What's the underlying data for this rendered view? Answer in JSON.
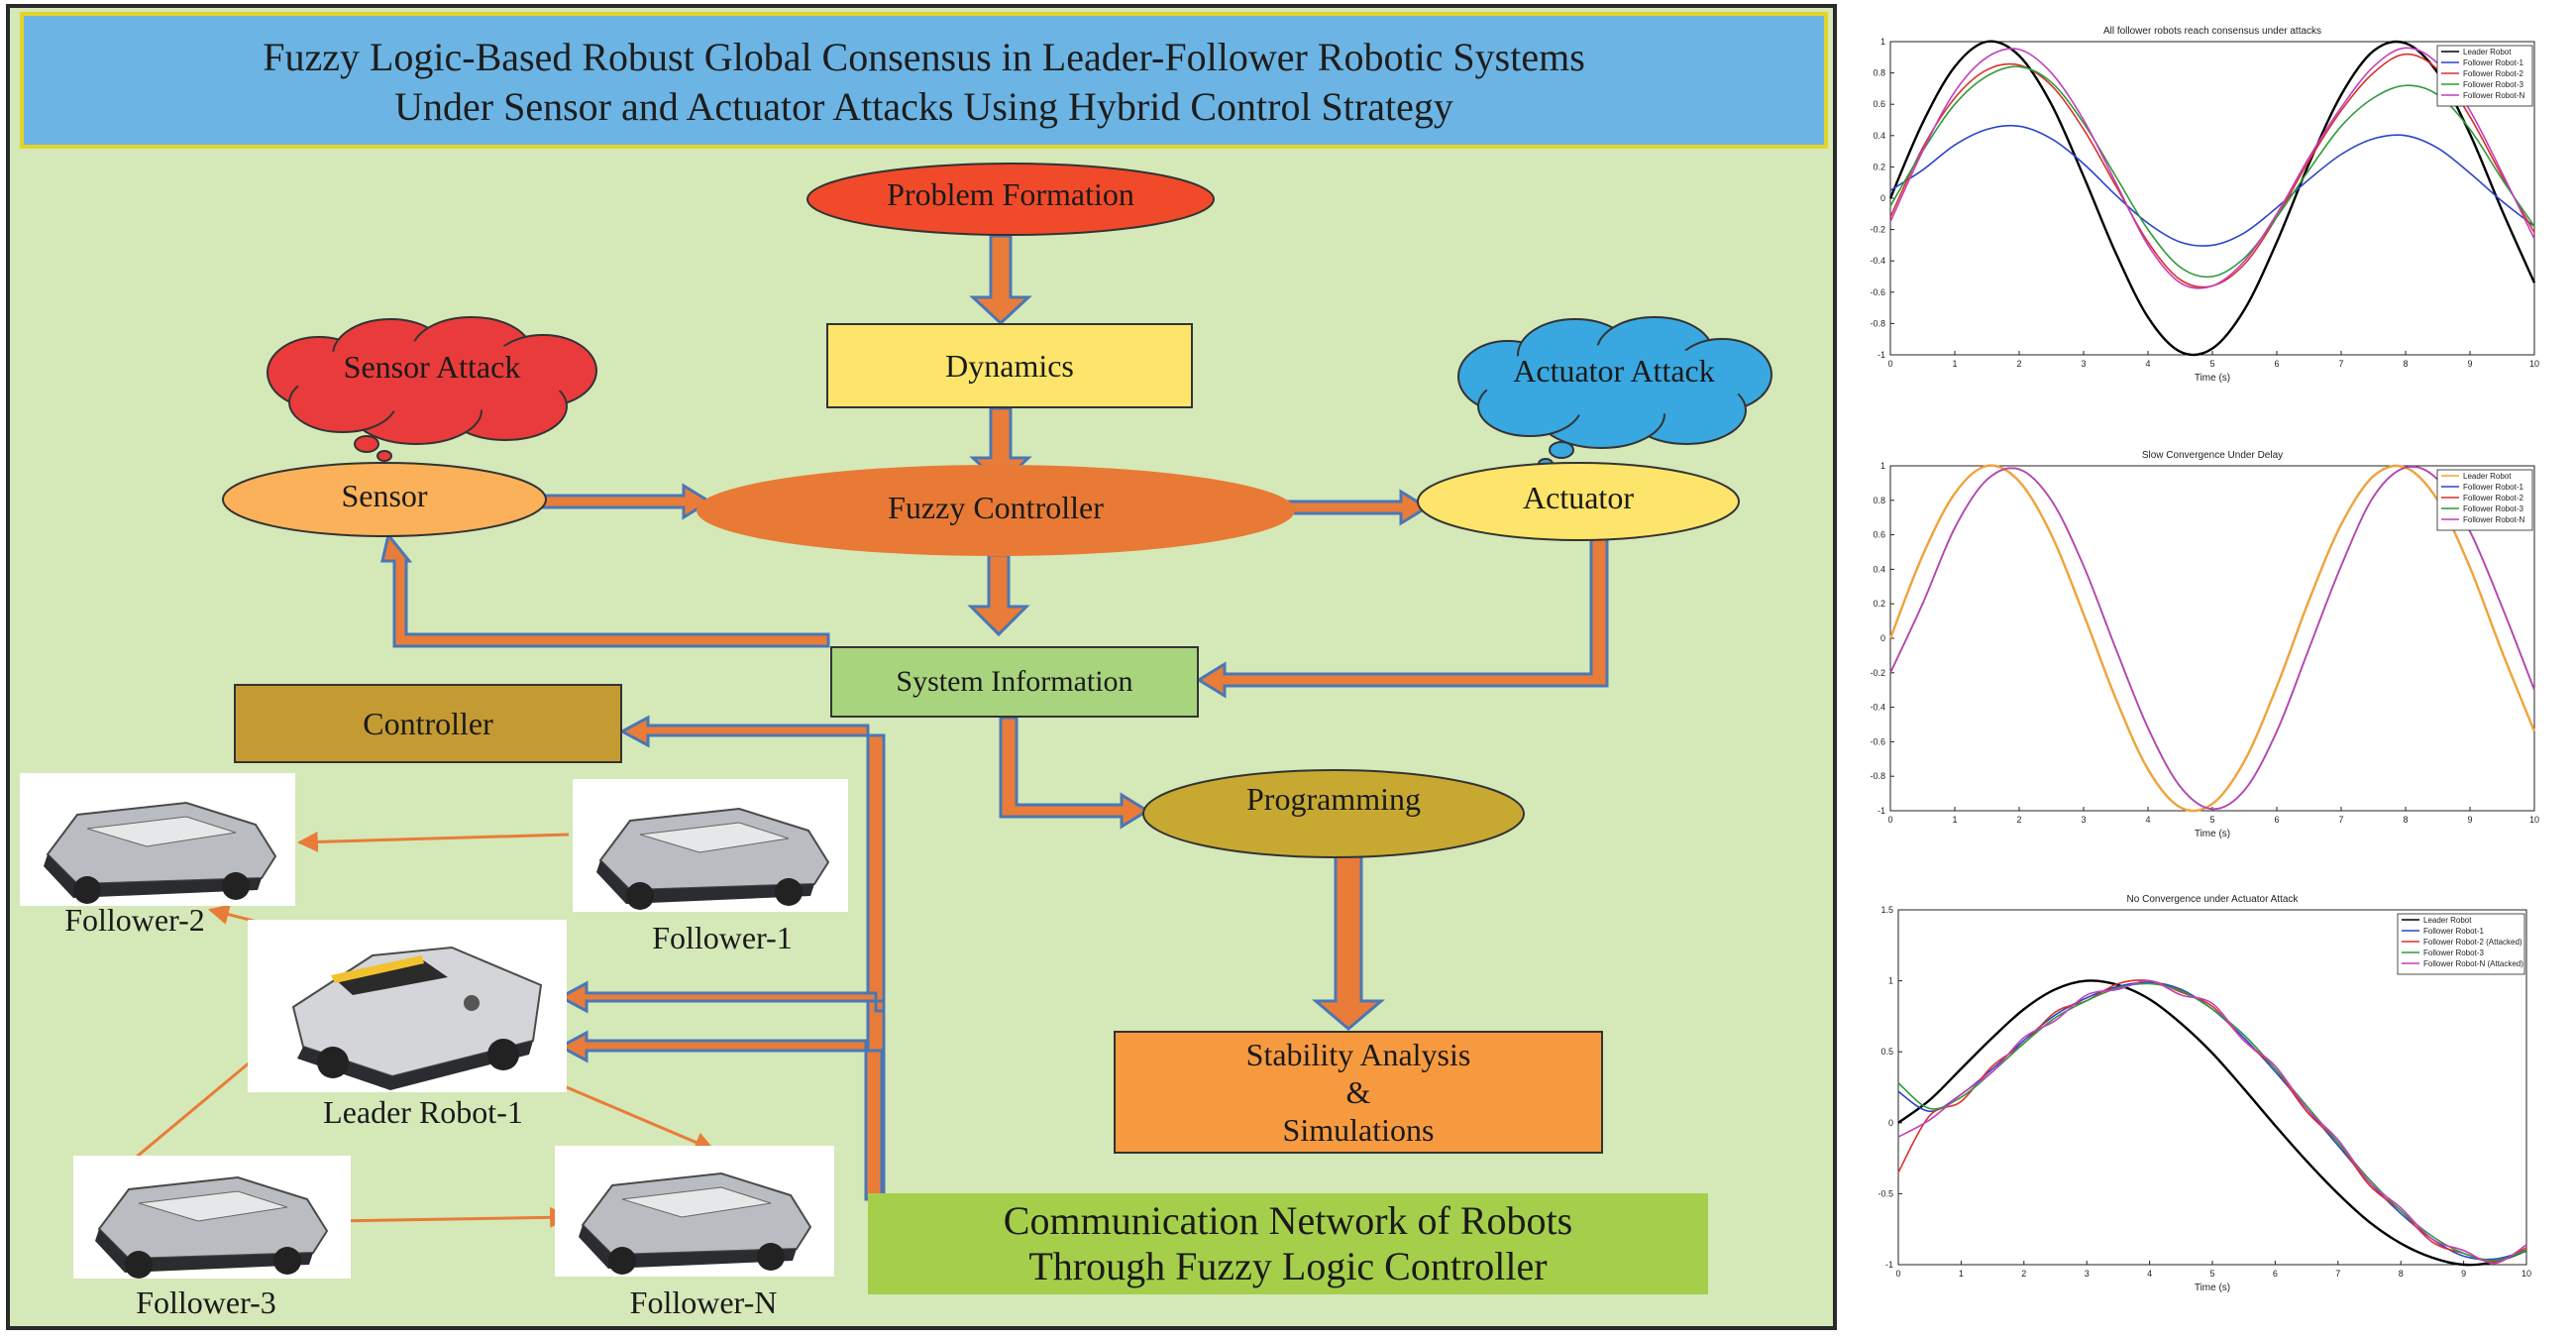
{
  "title": {
    "line1": "Fuzzy Logic-Based Robust Global Consensus in Leader-Follower Robotic Systems",
    "line2": "Under Sensor and Actuator Attacks Using Hybrid Control Strategy"
  },
  "nodes": {
    "problem_formation": "Problem Formation",
    "dynamics": "Dynamics",
    "sensor_attack": "Sensor Attack",
    "actuator_attack": "Actuator Attack",
    "sensor": "Sensor",
    "fuzzy_controller": "Fuzzy Controller",
    "actuator": "Actuator",
    "system_information": "System Information",
    "controller": "Controller",
    "programming": "Programming",
    "stability_line1": "Stability Analysis",
    "stability_line2": "&",
    "stability_line3": "Simulations",
    "comm_line1": "Communication Network of Robots",
    "comm_line2": "Through Fuzzy Logic Controller"
  },
  "robots": {
    "follower_2": "Follower-2",
    "follower_1": "Follower-1",
    "leader": "Leader Robot-1",
    "follower_3": "Follower-3",
    "follower_n": "Follower-N"
  },
  "colors": {
    "panel_bg": "#d5e8b8",
    "title_bg": "#6cb4e3",
    "problem_formation": "#f04a2a",
    "dynamics": "#fde46a",
    "sensor_attack": "#e93b3b",
    "actuator_attack": "#39a7e0",
    "sensor": "#fbb159",
    "fuzzy_controller": "#e87a35",
    "actuator": "#fde46a",
    "system_information": "#a9d47e",
    "controller": "#c49a33",
    "programming": "#c7a932",
    "stability": "#f79a3f",
    "comm_network": "#a5cf4a",
    "arrow_fill": "#e97c39",
    "arrow_stroke": "#4a77b4"
  },
  "chart_data": [
    {
      "type": "line",
      "title": "All follower robots reach consensus under attacks",
      "xlabel": "Time (s)",
      "ylabel": "",
      "xlim": [
        0,
        10
      ],
      "ylim": [
        -1,
        1
      ],
      "x_ticks": [
        0,
        1,
        2,
        3,
        4,
        5,
        6,
        7,
        8,
        9,
        10
      ],
      "y_ticks": [
        -1,
        -0.8,
        -0.6,
        -0.4,
        -0.2,
        0,
        0.2,
        0.4,
        0.6,
        0.8,
        1
      ],
      "legend_position": "top-right",
      "series": [
        {
          "name": "Leader Robot",
          "color": "#000000",
          "x": [
            0,
            0.5,
            1,
            1.5,
            2,
            2.5,
            3,
            3.5,
            4,
            4.5,
            5,
            5.5,
            6,
            6.5,
            7,
            7.5,
            8,
            8.5,
            9,
            9.5,
            10
          ],
          "y": [
            0,
            0.48,
            0.84,
            1.0,
            0.91,
            0.6,
            0.14,
            -0.35,
            -0.76,
            -0.98,
            -0.96,
            -0.71,
            -0.28,
            0.22,
            0.66,
            0.94,
            0.99,
            0.8,
            0.41,
            -0.08,
            -0.54
          ]
        },
        {
          "name": "Follower Robot-1",
          "color": "#2b44c9",
          "x": [
            0,
            0.5,
            1,
            1.5,
            2,
            2.5,
            3,
            3.5,
            4,
            4.5,
            5,
            5.5,
            6,
            6.5,
            7,
            7.5,
            8,
            8.5,
            9,
            9.5,
            10
          ],
          "y": [
            0.05,
            0.18,
            0.34,
            0.44,
            0.46,
            0.38,
            0.22,
            0.02,
            -0.16,
            -0.28,
            -0.3,
            -0.22,
            -0.06,
            0.12,
            0.28,
            0.38,
            0.4,
            0.32,
            0.16,
            -0.02,
            -0.18
          ]
        },
        {
          "name": "Follower Robot-2",
          "color": "#d9302b",
          "x": [
            0,
            0.5,
            1,
            1.5,
            2,
            2.5,
            3,
            3.5,
            4,
            4.5,
            5,
            5.5,
            6,
            6.5,
            7,
            7.5,
            8,
            8.5,
            9,
            9.5,
            10
          ],
          "y": [
            -0.12,
            0.32,
            0.64,
            0.82,
            0.85,
            0.72,
            0.44,
            0.08,
            -0.28,
            -0.52,
            -0.56,
            -0.42,
            -0.12,
            0.24,
            0.56,
            0.8,
            0.92,
            0.82,
            0.52,
            0.14,
            -0.22
          ]
        },
        {
          "name": "Follower Robot-3",
          "color": "#2e9a3a",
          "x": [
            0,
            0.5,
            1,
            1.5,
            2,
            2.5,
            3,
            3.5,
            4,
            4.5,
            5,
            5.5,
            6,
            6.5,
            7,
            7.5,
            8,
            8.5,
            9,
            9.5,
            10
          ],
          "y": [
            -0.05,
            0.3,
            0.6,
            0.78,
            0.84,
            0.74,
            0.48,
            0.14,
            -0.2,
            -0.44,
            -0.5,
            -0.38,
            -0.12,
            0.18,
            0.46,
            0.64,
            0.72,
            0.66,
            0.44,
            0.12,
            -0.18
          ]
        },
        {
          "name": "Follower Robot-N",
          "color": "#c23fbd",
          "x": [
            0,
            0.5,
            1,
            1.5,
            2,
            2.5,
            3,
            3.5,
            4,
            4.5,
            5,
            5.5,
            6,
            6.5,
            7,
            7.5,
            8,
            8.5,
            9,
            9.5,
            10
          ],
          "y": [
            -0.15,
            0.3,
            0.68,
            0.9,
            0.95,
            0.8,
            0.5,
            0.1,
            -0.3,
            -0.54,
            -0.56,
            -0.4,
            -0.1,
            0.26,
            0.58,
            0.84,
            0.96,
            0.86,
            0.56,
            0.16,
            -0.26
          ]
        }
      ]
    },
    {
      "type": "line",
      "title": "Slow Convergence Under Delay",
      "xlabel": "Time (s)",
      "ylabel": "",
      "xlim": [
        0,
        10
      ],
      "ylim": [
        -1,
        1
      ],
      "x_ticks": [
        0,
        1,
        2,
        3,
        4,
        5,
        6,
        7,
        8,
        9,
        10
      ],
      "y_ticks": [
        -1,
        -0.8,
        -0.6,
        -0.4,
        -0.2,
        0,
        0.2,
        0.4,
        0.6,
        0.8,
        1
      ],
      "legend_position": "top-right",
      "series": [
        {
          "name": "Leader Robot",
          "color": "#f0a23b",
          "x": [
            0,
            0.5,
            1,
            1.5,
            2,
            2.5,
            3,
            3.5,
            4,
            4.5,
            5,
            5.5,
            6,
            6.5,
            7,
            7.5,
            8,
            8.5,
            9,
            9.5,
            10
          ],
          "y": [
            0,
            0.48,
            0.84,
            1.0,
            0.91,
            0.6,
            0.14,
            -0.35,
            -0.76,
            -0.98,
            -0.96,
            -0.71,
            -0.28,
            0.22,
            0.66,
            0.94,
            0.99,
            0.8,
            0.41,
            -0.08,
            -0.54
          ]
        },
        {
          "name": "Follower Robot-1",
          "color": "#2b44c9",
          "x": [
            0,
            0.5,
            1,
            1.5,
            2,
            2.5,
            3,
            3.5,
            4,
            4.5,
            5,
            5.5,
            6,
            6.5,
            7,
            7.5,
            8,
            8.5,
            9,
            9.5,
            10
          ],
          "y": [
            -0.2,
            0.2,
            0.64,
            0.92,
            0.98,
            0.8,
            0.42,
            -0.06,
            -0.52,
            -0.86,
            -0.99,
            -0.88,
            -0.54,
            -0.06,
            0.42,
            0.82,
            0.99,
            0.92,
            0.62,
            0.18,
            -0.3
          ]
        },
        {
          "name": "Follower Robot-2",
          "color": "#d9302b",
          "x": [
            0,
            0.5,
            1,
            1.5,
            2,
            2.5,
            3,
            3.5,
            4,
            4.5,
            5,
            5.5,
            6,
            6.5,
            7,
            7.5,
            8,
            8.5,
            9,
            9.5,
            10
          ],
          "y": [
            -0.2,
            0.2,
            0.64,
            0.92,
            0.98,
            0.8,
            0.42,
            -0.06,
            -0.52,
            -0.86,
            -0.99,
            -0.88,
            -0.54,
            -0.06,
            0.42,
            0.82,
            0.99,
            0.92,
            0.62,
            0.18,
            -0.3
          ]
        },
        {
          "name": "Follower Robot-3",
          "color": "#2e9a3a",
          "x": [
            0,
            0.5,
            1,
            1.5,
            2,
            2.5,
            3,
            3.5,
            4,
            4.5,
            5,
            5.5,
            6,
            6.5,
            7,
            7.5,
            8,
            8.5,
            9,
            9.5,
            10
          ],
          "y": [
            -0.2,
            0.2,
            0.64,
            0.92,
            0.98,
            0.8,
            0.42,
            -0.06,
            -0.52,
            -0.86,
            -0.99,
            -0.88,
            -0.54,
            -0.06,
            0.42,
            0.82,
            0.99,
            0.92,
            0.62,
            0.18,
            -0.3
          ]
        },
        {
          "name": "Follower Robot-N",
          "color": "#c23fbd",
          "x": [
            0,
            0.5,
            1,
            1.5,
            2,
            2.5,
            3,
            3.5,
            4,
            4.5,
            5,
            5.5,
            6,
            6.5,
            7,
            7.5,
            8,
            8.5,
            9,
            9.5,
            10
          ],
          "y": [
            -0.2,
            0.2,
            0.64,
            0.92,
            0.98,
            0.8,
            0.42,
            -0.06,
            -0.52,
            -0.86,
            -0.99,
            -0.88,
            -0.54,
            -0.06,
            0.42,
            0.82,
            0.99,
            0.92,
            0.62,
            0.18,
            -0.3
          ]
        }
      ]
    },
    {
      "type": "line",
      "title": "No Convergence under Actuator Attack",
      "xlabel": "Time (s)",
      "ylabel": "",
      "xlim": [
        0,
        10
      ],
      "ylim": [
        -1,
        1.5
      ],
      "x_ticks": [
        0,
        1,
        2,
        3,
        4,
        5,
        6,
        7,
        8,
        9,
        10
      ],
      "y_ticks": [
        -1,
        -0.5,
        0,
        0.5,
        1,
        1.5
      ],
      "legend_position": "top-right",
      "series": [
        {
          "name": "Leader Robot",
          "color": "#000000",
          "x": [
            0,
            0.5,
            1,
            1.5,
            2,
            2.5,
            3,
            3.5,
            4,
            4.5,
            5,
            5.5,
            6,
            6.5,
            7,
            7.5,
            8,
            8.5,
            9,
            9.5,
            10
          ],
          "y": [
            0,
            0.16,
            0.38,
            0.6,
            0.8,
            0.94,
            1.0,
            0.97,
            0.87,
            0.7,
            0.49,
            0.24,
            -0.02,
            -0.27,
            -0.5,
            -0.7,
            -0.85,
            -0.95,
            -1.0,
            -0.98,
            -0.9
          ]
        },
        {
          "name": "Follower Robot-1",
          "color": "#2b44c9",
          "x": [
            0,
            0.5,
            1,
            1.5,
            2,
            2.5,
            3,
            3.5,
            4,
            4.5,
            5,
            5.5,
            6,
            6.5,
            7,
            7.5,
            8,
            8.5,
            9,
            9.5,
            10
          ],
          "y": [
            0.22,
            0.08,
            0.2,
            0.38,
            0.58,
            0.76,
            0.88,
            0.96,
            0.99,
            0.94,
            0.8,
            0.6,
            0.36,
            0.1,
            -0.16,
            -0.42,
            -0.64,
            -0.82,
            -0.94,
            -0.96,
            -0.9
          ]
        },
        {
          "name": "Follower Robot-2 (Attacked)",
          "color": "#d9302b",
          "x": [
            0,
            0.5,
            1,
            1.5,
            2,
            2.5,
            3,
            3.5,
            4,
            4.5,
            5,
            5.5,
            6,
            6.5,
            7,
            7.5,
            8,
            8.5,
            9,
            9.5,
            10
          ],
          "y": [
            -0.35,
            0.05,
            0.15,
            0.4,
            0.56,
            0.78,
            0.86,
            0.98,
            1.0,
            0.92,
            0.82,
            0.58,
            0.38,
            0.08,
            -0.14,
            -0.44,
            -0.62,
            -0.84,
            -0.92,
            -0.98,
            -0.88
          ]
        },
        {
          "name": "Follower Robot-3",
          "color": "#2e9a3a",
          "x": [
            0,
            0.5,
            1,
            1.5,
            2,
            2.5,
            3,
            3.5,
            4,
            4.5,
            5,
            5.5,
            6,
            6.5,
            7,
            7.5,
            8,
            8.5,
            9,
            9.5,
            10
          ],
          "y": [
            0.28,
            0.1,
            0.18,
            0.36,
            0.56,
            0.74,
            0.86,
            0.95,
            0.98,
            0.93,
            0.8,
            0.62,
            0.38,
            0.12,
            -0.14,
            -0.4,
            -0.62,
            -0.8,
            -0.92,
            -0.97,
            -0.9
          ]
        },
        {
          "name": "Follower Robot-N (Attacked)",
          "color": "#c23fbd",
          "x": [
            0,
            0.5,
            1,
            1.5,
            2,
            2.5,
            3,
            3.5,
            4,
            4.5,
            5,
            5.5,
            6,
            6.5,
            7,
            7.5,
            8,
            8.5,
            9,
            9.5,
            10
          ],
          "y": [
            -0.1,
            0.02,
            0.2,
            0.36,
            0.6,
            0.72,
            0.9,
            0.94,
            1.0,
            0.9,
            0.84,
            0.58,
            0.4,
            0.1,
            -0.12,
            -0.42,
            -0.6,
            -0.82,
            -0.9,
            -0.99,
            -0.86
          ]
        }
      ]
    }
  ]
}
